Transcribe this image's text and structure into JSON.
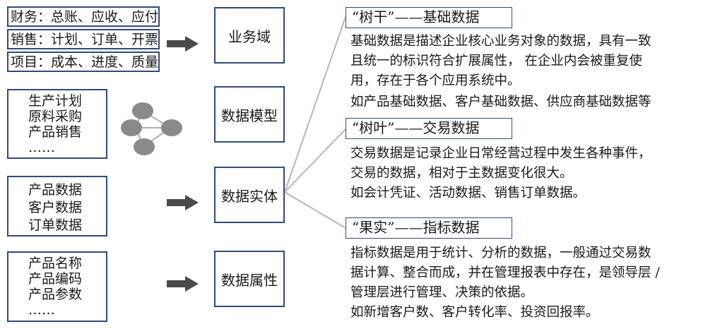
{
  "left_group1": {
    "rows": [
      "财务：总账、应收、应付",
      "销售：计划、订单、开票",
      "项目：成本、进度、质量"
    ]
  },
  "left_group2": {
    "lines": [
      "生产计划",
      "原料采购",
      "产品销售",
      "……"
    ]
  },
  "left_group3": {
    "lines": [
      "产品数据",
      "客户数据",
      "订单数据"
    ]
  },
  "left_group4": {
    "lines": [
      "产品名称",
      "产品编码",
      "产品参数",
      "……"
    ]
  },
  "levels": [
    "业务域",
    "数据模型",
    "数据实体",
    "数据属性"
  ],
  "categories": [
    {
      "heading": "“树干”——基础数据",
      "lines": [
        "基础数据是描述企业核心业务对象的数据，具有一致",
        "且统一的标识符合扩展属性， 在企业内会被重复使",
        "用，存在于各个应用系统中。",
        "如产品基础数据、客户基础数据、供应商基础数据等"
      ]
    },
    {
      "heading": "“树叶”——交易数据",
      "lines": [
        "交易数据是记录企业日常经营过程中发生各种事件，",
        "交易的数据，相对于主数据变化很大。",
        "如会计凭证、活动数据、销售订单数据。"
      ]
    },
    {
      "heading": "“果实”——指标数据",
      "lines": [
        "指标数据是用于统计、分析的数据，一般通过交易数",
        "据计算、整合而成，并在管理报表中存在，是领导层 /",
        "管理层进行管理、决策的依据。",
        "如新增客户数、客户转化率、投资回报率。"
      ]
    }
  ],
  "colors": {
    "border": "#2f4b7c",
    "arrow": "#4a4a4a",
    "node": "#8a8a8a",
    "connector": "#b8b8b8"
  }
}
